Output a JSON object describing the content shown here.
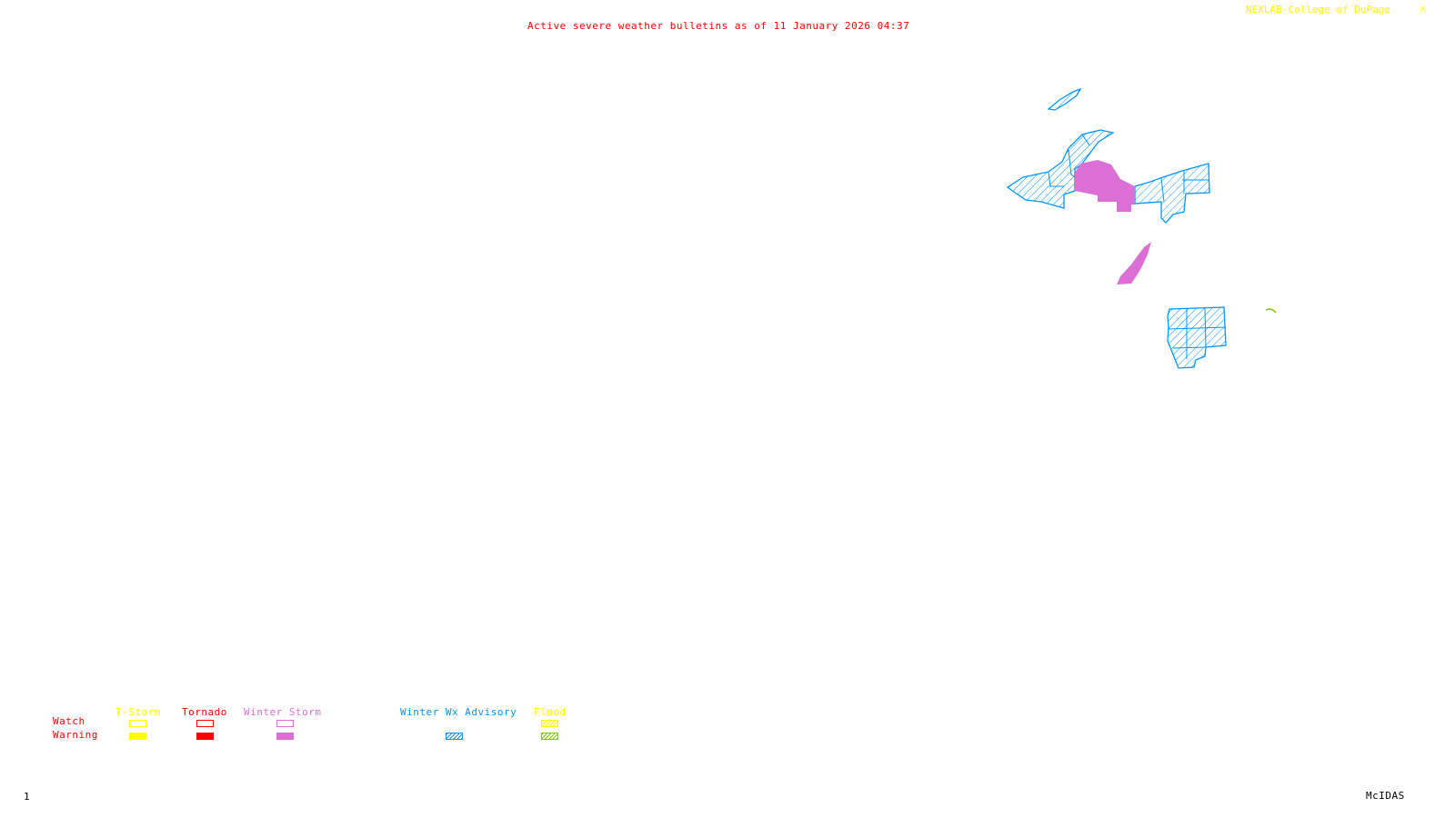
{
  "header": {
    "title": "Active severe weather bulletins as of 11 January 2026 04:37",
    "credit": "NEXLAB-College of DuPage"
  },
  "legend": {
    "rows": {
      "watch": "Watch",
      "warning": "Warning"
    },
    "columns": [
      {
        "label": "T-Storm",
        "color": "#ffff00",
        "watch": "outline",
        "warning": "solid"
      },
      {
        "label": "Tornado",
        "color": "#ff0000",
        "watch": "outline",
        "warning": "solid"
      },
      {
        "label": "Winter Storm",
        "color": "#da70d6",
        "watch": "outline",
        "warning": "solid"
      },
      {
        "label": "Winter Wx Advisory",
        "color": "#0096ff",
        "warning": "hatched"
      },
      {
        "label": "Flood",
        "color": "#ffff00",
        "warning_color": "#7ccd00",
        "watch": "hatched",
        "warning": "hatched"
      }
    ]
  },
  "map": {
    "areas": [
      {
        "type": "Winter Wx Advisory",
        "color": "#0096ff",
        "style": "hatched"
      },
      {
        "type": "Winter Storm Warning",
        "color": "#da70d6",
        "style": "solid"
      },
      {
        "type": "Flood Warning",
        "color": "#7ccd00",
        "style": "outline"
      }
    ]
  },
  "footer": {
    "frame": "1",
    "software": "McIDAS"
  }
}
